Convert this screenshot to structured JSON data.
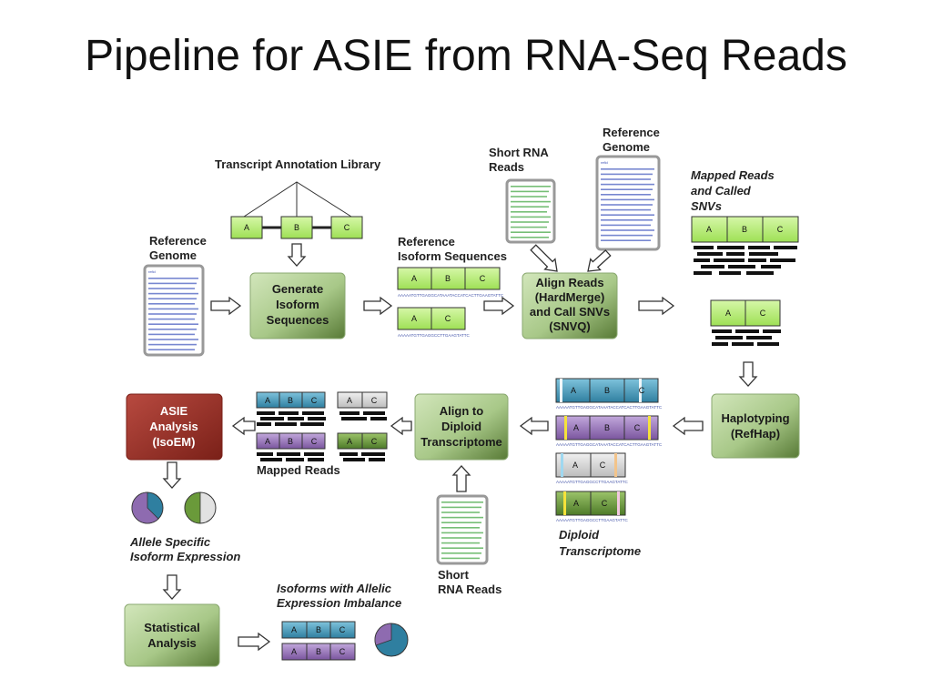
{
  "title": "Pipeline for ASIE from RNA-Seq Reads",
  "labels": {
    "transcript_annotation_library": "Transcript Annotation Library",
    "reference_genome_left": [
      "Reference",
      "Genome"
    ],
    "reference_genome_top": [
      "Reference",
      "Genome"
    ],
    "short_rna_reads_top": [
      "Short RNA",
      "Reads"
    ],
    "reference_isoform_sequences": [
      "Reference",
      "Isoform Sequences"
    ],
    "mapped_reads_called_snvs": [
      "Mapped Reads",
      "and Called",
      "SNVs"
    ],
    "mapped_reads": "Mapped Reads",
    "diploid_transcriptome": [
      "Diploid",
      "Transcriptome"
    ],
    "short_rna_reads_bottom": [
      "Short",
      "RNA Reads"
    ],
    "allele_specific": [
      "Allele Specific",
      "Isoform Expression"
    ],
    "isoforms_imbalance": [
      "Isoforms with Allelic",
      "Expression Imbalance"
    ]
  },
  "process_boxes": {
    "generate": [
      "Generate",
      "Isoform",
      "Sequences"
    ],
    "align_reads": [
      "Align Reads",
      "(HardMerge)",
      "and Call SNVs",
      "(SNVQ)"
    ],
    "haplotyping": [
      "Haplotyping",
      "(RefHap)"
    ],
    "align_diploid": [
      "Align to",
      "Diploid",
      "Transcriptome"
    ],
    "asie": [
      "ASIE",
      "Analysis",
      "(IsoEM)"
    ],
    "statistical": [
      "Statistical",
      "Analysis"
    ]
  },
  "segments": {
    "a": "A",
    "b": "B",
    "c": "C"
  },
  "sequence_labels": {
    "header": "refid",
    "isoform_abc": "AAAAATGTTGAGGCATAAATACCATCACTTGAAGTATTC",
    "isoform_ac": "AAAAATGTTGAGGCCTTGAAGTATTC"
  },
  "colors": {
    "process_green": "#a8c888",
    "asie_red": "#a83a32",
    "lime": "#b8f070",
    "teal": "#3d8fb0",
    "purple": "#8e6bb0",
    "grey_seg": "#d8d8d8",
    "olive": "#6a9a3a"
  }
}
